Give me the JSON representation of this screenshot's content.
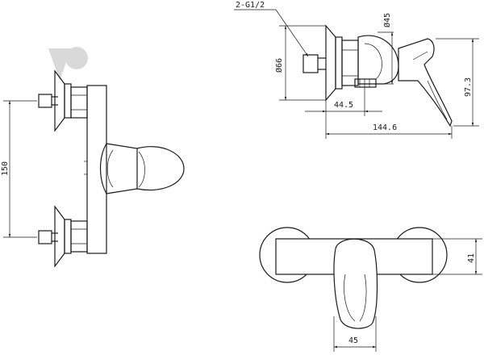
{
  "drawing": {
    "thread_callout": "2-G1/2",
    "dimensions": {
      "outlet_diameter": "Ø45",
      "flange_diameter": "Ø66",
      "height": "97.3",
      "inlet_offset": "44.5",
      "total_length": "144.6",
      "inlet_spacing": "150",
      "body_depth": "41",
      "handle_width": "45"
    }
  }
}
